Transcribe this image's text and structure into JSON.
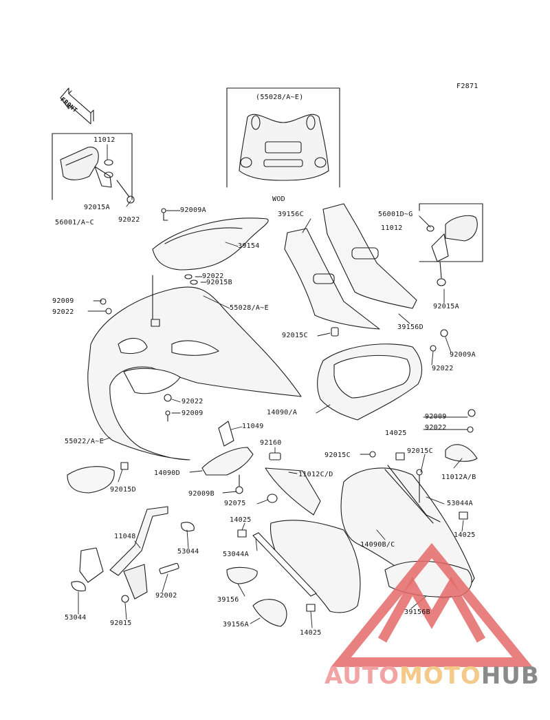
{
  "figure_code": "F2871",
  "direction_label": "FRONT",
  "variant_note": "WOD",
  "watermark": {
    "text_a": "AUTO",
    "text_b": "MOTO",
    "text_c": "HUB",
    "color_a": "#f2a3a3",
    "color_b": "#f5c98a",
    "color_c": "#8a8a8a",
    "logo_color": "#e46a6a"
  },
  "parts": {
    "p_55028_ae_box": "(55028/A~E)",
    "p_11012_a": "11012",
    "p_92015a_a": "92015A",
    "p_56001_ac": "56001/A~C",
    "p_92009a_a": "92009A",
    "p_92022_a": "92022",
    "p_39154": "39154",
    "p_92022_b": "92022",
    "p_92015b": "92015B",
    "p_39156c": "39156C",
    "p_56001_dg": "56001D~G",
    "p_11012_b": "11012",
    "p_92015a_b": "92015A",
    "p_92009_a": "92009",
    "p_92022_c": "92022",
    "p_55028_ae": "55028/A~E",
    "p_39156d": "39156D",
    "p_92015c_a": "92015C",
    "p_92009a_b": "92009A",
    "p_92022_d": "92022",
    "p_92022_e": "92022",
    "p_92009_b": "92009",
    "p_14090_a": "14090/A",
    "p_92009_c": "92009",
    "p_92022_f": "92022",
    "p_55022_ae": "55022/A~E",
    "p_11049": "11049",
    "p_14025_a": "14025",
    "p_92160": "92160",
    "p_92015c_b": "92015C",
    "p_92015c_c": "92015C",
    "p_11012ab": "11012A/B",
    "p_14090d": "14090D",
    "p_11012cd": "11012C/D",
    "p_92015d": "92015D",
    "p_92009b": "92009B",
    "p_92075": "92075",
    "p_53044a_a": "53044A",
    "p_14025_b": "14025",
    "p_14090bc": "14090B/C",
    "p_14025_c": "14025",
    "p_11048": "11048",
    "p_53044_a": "53044",
    "p_53044a_b": "53044A",
    "p_92002": "92002",
    "p_39156": "39156",
    "p_39156b": "39156B",
    "p_53044_b": "53044",
    "p_92015": "92015",
    "p_39156a": "39156A",
    "p_14025_d": "14025"
  }
}
